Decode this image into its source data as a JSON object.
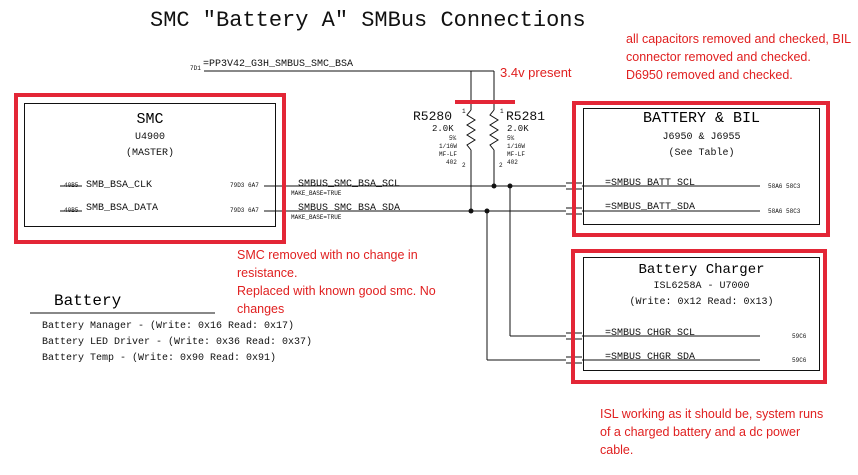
{
  "title": "SMC \"Battery A\" SMBus Connections",
  "power_net": {
    "ref": "7D1",
    "label": "=PP3V42_G3H_SMBUS_SMC_BSA"
  },
  "voltage_note": "3.4v present",
  "resistors": [
    {
      "name": "R5280",
      "pin_top": "1",
      "pin_bot": "2",
      "value": "2.0K",
      "tol": "5%",
      "power": "1/16W",
      "type": "MF-LF",
      "pkg": "402"
    },
    {
      "name": "R5281",
      "pin_top": "1",
      "pin_bot": "2",
      "value": "2.0K",
      "tol": "5%",
      "power": "1/16W",
      "type": "MF-LF",
      "pkg": "402"
    }
  ],
  "smc": {
    "title": "SMC",
    "ref": "U4900",
    "role": "(MASTER)",
    "pins": [
      {
        "left_ref": "40B5",
        "name": "SMB_BSA_CLK",
        "right_ref": "79D3 6A7"
      },
      {
        "left_ref": "40B5",
        "name": "SMB_BSA_DATA",
        "right_ref": "79D3 6A7"
      }
    ]
  },
  "nets": [
    {
      "name": "SMBUS_SMC_BSA_SCL",
      "attr": "MAKE_BASE=TRUE"
    },
    {
      "name": "SMBUS_SMC_BSA_SDA",
      "attr": "MAKE_BASE=TRUE"
    }
  ],
  "battery_bil": {
    "title": "BATTERY & BIL",
    "refs": "J6950 & J6955",
    "note": "(See Table)",
    "ports": [
      {
        "name": "=SMBUS_BATT_SCL",
        "ref": "58A6 58C3"
      },
      {
        "name": "=SMBUS_BATT_SDA",
        "ref": "58A6 58C3"
      }
    ]
  },
  "charger": {
    "title": "Battery Charger",
    "part": "ISL6258A - U7000",
    "addr": "(Write: 0x12  Read: 0x13)",
    "ports": [
      {
        "name": "=SMBUS_CHGR_SCL",
        "ref": "59C6"
      },
      {
        "name": "=SMBUS_CHGR_SDA",
        "ref": "59C6"
      }
    ]
  },
  "battery_table": {
    "title": "Battery",
    "rows": [
      "Battery Manager - (Write: 0x16  Read: 0x17)",
      "Battery LED Driver - (Write: 0x36  Read: 0x37)",
      "Battery Temp - (Write: 0x90  Read: 0x91)"
    ]
  },
  "annotations": {
    "top_right": [
      "all capacitors removed and checked, BIL connector removed and checked.",
      "D6950 removed and checked."
    ],
    "smc": [
      "SMC removed with no change in resistance.",
      "Replaced with known good smc. No changes"
    ],
    "isl": "ISL working as it should be, system runs of a charged battery and a dc power cable."
  },
  "colors": {
    "annotation": "#e02020",
    "highlight_box": "#e32636",
    "schematic": "#111111"
  }
}
